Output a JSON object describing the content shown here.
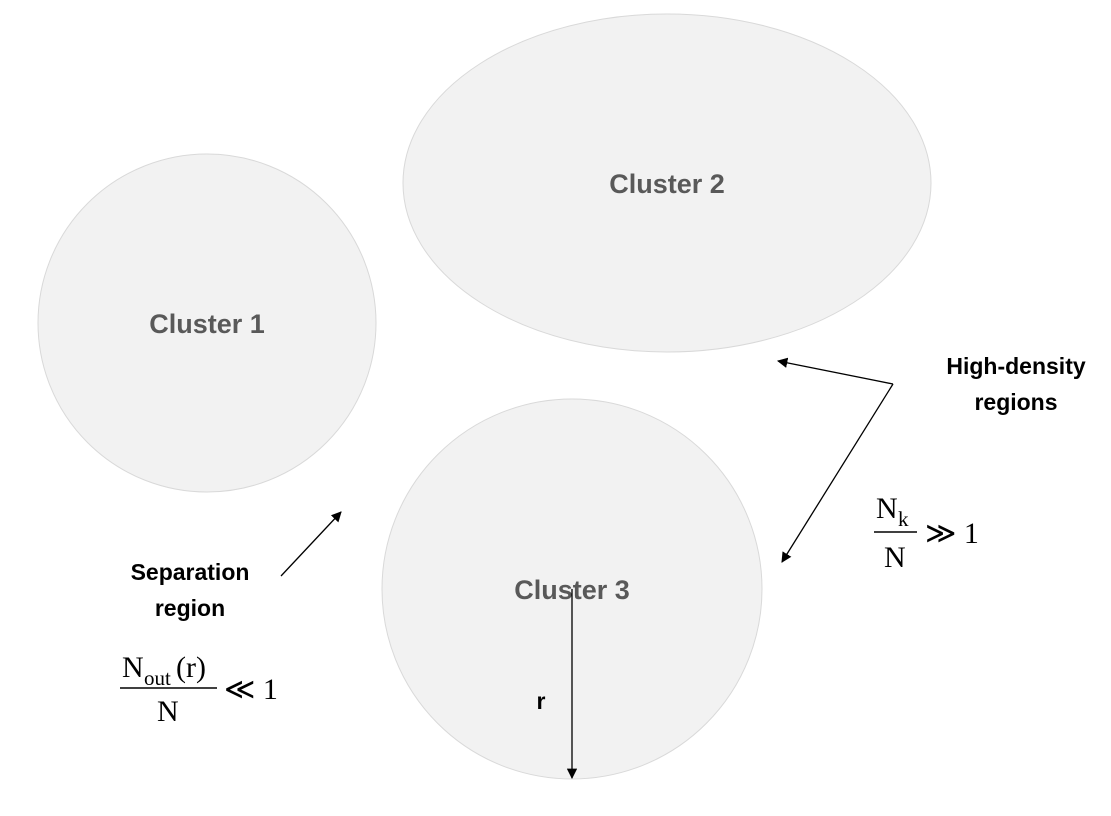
{
  "colors": {
    "cluster_fill": "#f2f2f2",
    "cluster_stroke": "#d9d9d9",
    "cluster_label": "#595959",
    "line": "#000000"
  },
  "clusters": {
    "c1": {
      "label": "Cluster 1"
    },
    "c2": {
      "label": "Cluster 2"
    },
    "c3": {
      "label": "Cluster 3"
    }
  },
  "radius_label": "r",
  "high_density": {
    "line1": "High-density",
    "line2": "regions",
    "formula": {
      "num_base": "N",
      "num_sub": "k",
      "den": "N",
      "rel": "≫ 1"
    }
  },
  "separation": {
    "line1": "Separation",
    "line2": "region",
    "formula": {
      "num_base": "N",
      "num_sub": "out",
      "num_tail": "(r)",
      "den": "N",
      "rel": "≪ 1"
    }
  }
}
